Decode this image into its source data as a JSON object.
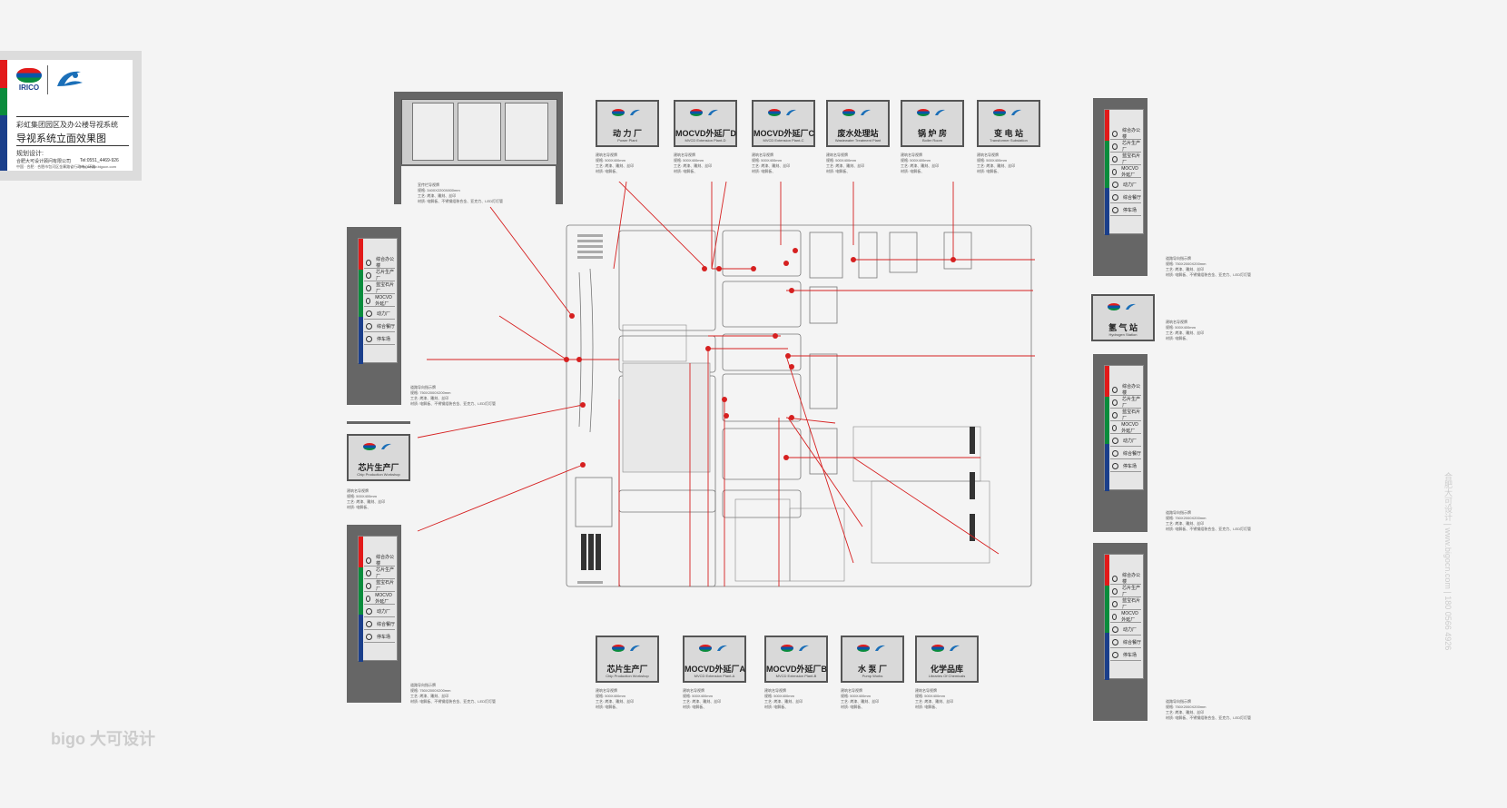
{
  "title": {
    "heading": "彩虹集团园区及办公楼导视系统",
    "subtitle": "导视系统立面效果图",
    "plan_label": "规划设计:",
    "company": "合肥大可设计顾问有限公司",
    "tel": "Tel:0551_4469-926",
    "url": "http://www.bigocn.com",
    "address": "中国 · 合肥 · 合肥市包河区金寨路省行政中心环路",
    "logo_text": "IRICO"
  },
  "colors": {
    "red": "#e21a1a",
    "blue": "#1b3f8b",
    "green": "#0a8c3c",
    "line": "#d62020",
    "post": "#666666"
  },
  "top_signs": [
    {
      "cn": "动 力 厂",
      "en": "Power Plant"
    },
    {
      "cn": "MOCVD外延厂D",
      "en": "MVCD Extension Plant-D"
    },
    {
      "cn": "MOCVD外延厂C",
      "en": "MVCD Extension Plant-C"
    },
    {
      "cn": "废水处理站",
      "en": "Wastewater Treatment Plant"
    },
    {
      "cn": "锅 炉 房",
      "en": "Boiler Room"
    },
    {
      "cn": "变 电 站",
      "en": "Transformer Substation"
    }
  ],
  "bottom_signs": [
    {
      "cn": "芯片生产厂",
      "en": "Chip Production Workshop"
    },
    {
      "cn": "MOCVD外延厂A",
      "en": "MVCD Extension Plant-A"
    },
    {
      "cn": "MOCVD外延厂B",
      "en": "MVCD Extension Plant-B"
    },
    {
      "cn": "水 泵 厂",
      "en": "Pump Works"
    },
    {
      "cn": "化学品库",
      "en": "Libraries Of Chemicals"
    }
  ],
  "side_signs": [
    {
      "cn": "芯片生产厂",
      "en": "Chip Production Workshop"
    },
    {
      "cn": "氢 气 站",
      "en": "Hydrogen Station"
    }
  ],
  "sign_spec": [
    "建筑名导视牌",
    "规格: 500X400mm",
    "工艺: 烤漆、雕刻、丝印",
    "材质: 电解板、"
  ],
  "dir_spec": [
    "道路导向指示牌",
    "规格: 750X2000X200mm",
    "工艺: 烤漆、雕刻、丝印",
    "材质: 电解板、不锈钢组装合金、亚克力、LED灯灯管"
  ],
  "board_spec": [
    "宣传栏导视牌",
    "规格: 3400X2200X800mm",
    "工艺: 烤漆、雕刻、丝印",
    "材质: 电解板、不锈钢组装合金、亚克力、LED灯灯管"
  ],
  "directory_items": [
    "综合办公楼",
    "芯片生产厂",
    "蓝宝石片厂",
    "MOCVD外延厂",
    "动力厂",
    "综合餐厅",
    "停车场"
  ],
  "watermark": "合肥大可设计 | www.bigocn.com | 180 0566 4926",
  "bigo": "bigo 大可设计"
}
